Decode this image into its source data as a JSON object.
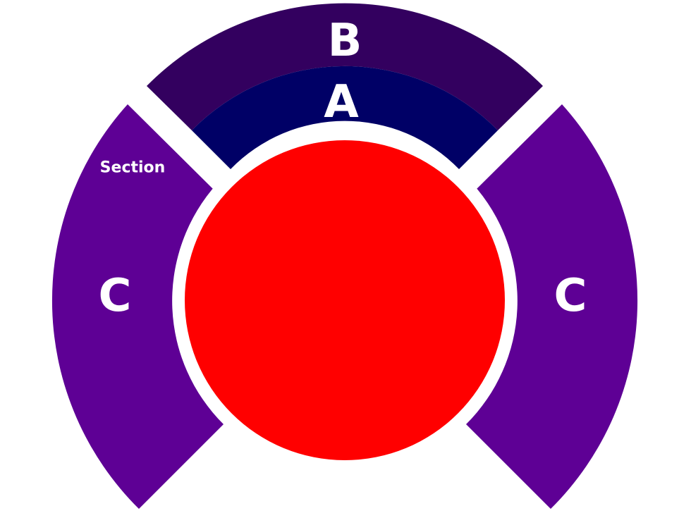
{
  "sections": {
    "b": {
      "label": "B",
      "color": "#33005f"
    },
    "a": {
      "label": "A",
      "color": "#000066"
    },
    "c_left": {
      "label": "C",
      "color": "#5e0095"
    },
    "c_right": {
      "label": "C",
      "color": "#5e0095"
    },
    "corner_label": "Section"
  },
  "center": {
    "color": "#ff0000"
  }
}
